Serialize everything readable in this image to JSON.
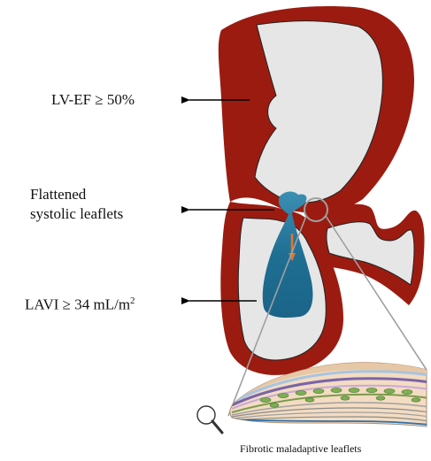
{
  "labels": {
    "lvef": "LV-EF ≥ 50%",
    "flattened_line1": "Flattened",
    "flattened_line2": "systolic leaflets",
    "lavi_prefix": "LAVI ≥ 34 mL/m",
    "lavi_sup": "2",
    "caption": "Fibrotic maladaptive leaflets"
  },
  "icons": [
    "magnifier-icon"
  ],
  "colors": {
    "myocardium": "#9b1b10",
    "chamber": "#e6e6e6",
    "blood_jet": "#1f6f93",
    "flow_arrow": "#e8732a",
    "connector": "#a0a0a0"
  }
}
